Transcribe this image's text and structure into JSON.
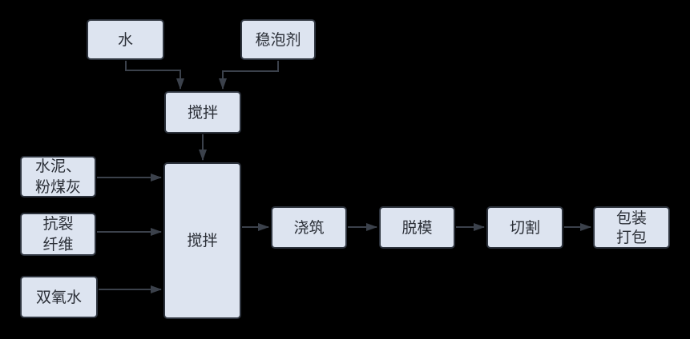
{
  "diagram": {
    "title": "foam-concrete-production-flowchart",
    "colors": {
      "background": "#000000",
      "node_fill": "#dde4f0",
      "node_border": "#2d333d",
      "arrow": "#3b414b",
      "text": "#2b2f37"
    },
    "nodes": {
      "water": {
        "label": "水"
      },
      "foam_stabilizer": {
        "label": "稳泡剂"
      },
      "mix_small": {
        "label": "搅拌"
      },
      "cement_flyash": {
        "label": "水泥、\n粉煤灰"
      },
      "anticrack_fiber": {
        "label": "抗裂\n纤维"
      },
      "hydrogen_peroxide": {
        "label": "双氧水"
      },
      "mix_main": {
        "label": "搅拌"
      },
      "pouring": {
        "label": "浇筑"
      },
      "demolding": {
        "label": "脱模"
      },
      "cutting": {
        "label": "切割"
      },
      "packaging": {
        "label": "包装\n打包"
      }
    },
    "edges": [
      {
        "from": "water",
        "to": "mix_small"
      },
      {
        "from": "foam_stabilizer",
        "to": "mix_small"
      },
      {
        "from": "mix_small",
        "to": "mix_main"
      },
      {
        "from": "cement_flyash",
        "to": "mix_main"
      },
      {
        "from": "anticrack_fiber",
        "to": "mix_main"
      },
      {
        "from": "hydrogen_peroxide",
        "to": "mix_main"
      },
      {
        "from": "mix_main",
        "to": "pouring"
      },
      {
        "from": "pouring",
        "to": "demolding"
      },
      {
        "from": "demolding",
        "to": "cutting"
      },
      {
        "from": "cutting",
        "to": "packaging"
      }
    ]
  }
}
